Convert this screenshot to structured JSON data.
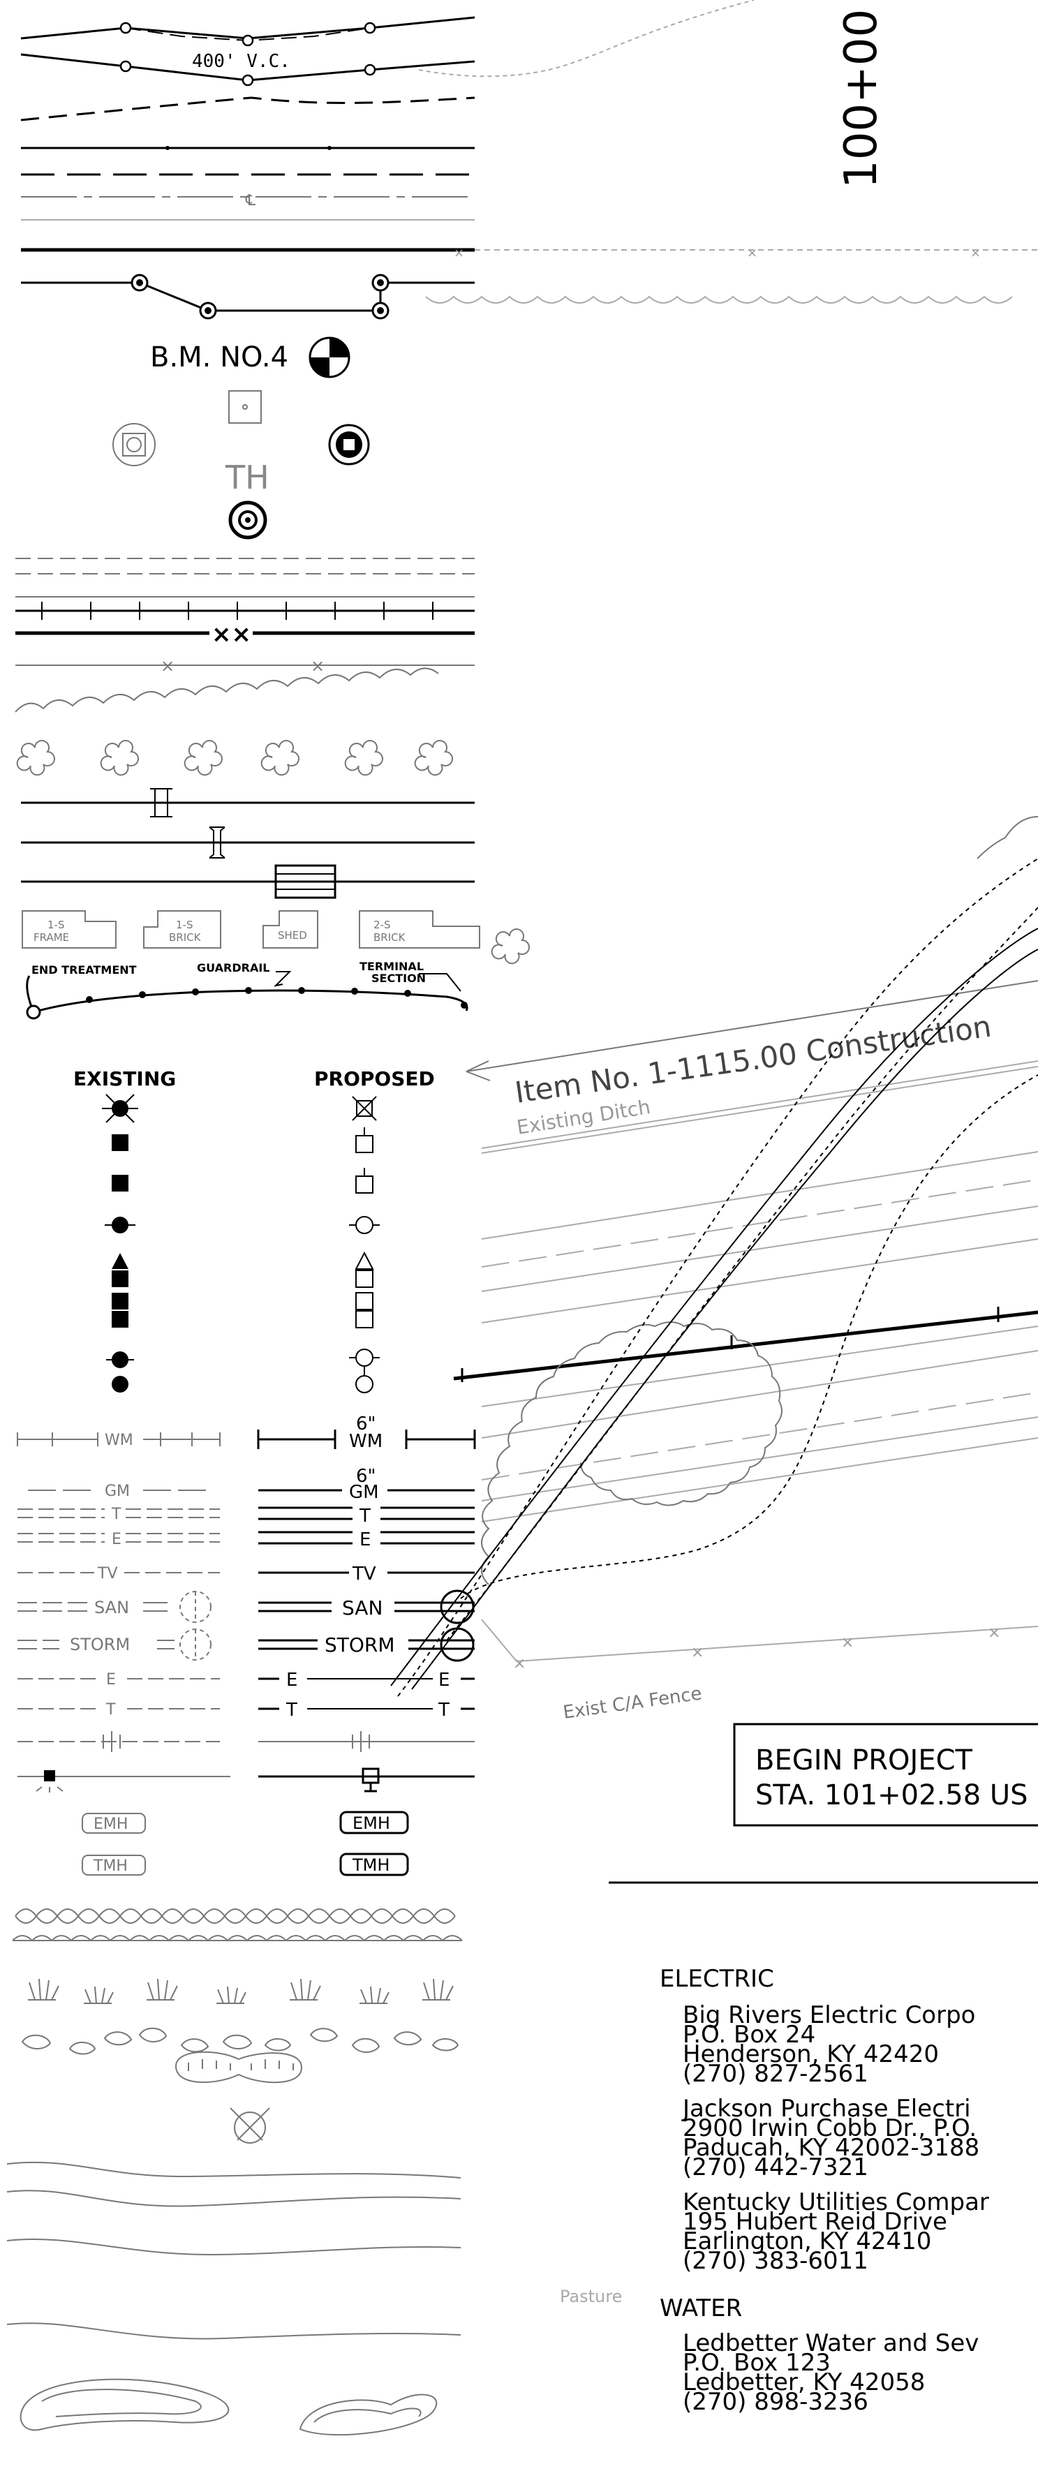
{
  "colors": {
    "ink": "#000000",
    "grey": "#777777",
    "light_grey": "#aaaaaa",
    "background": "#ffffff"
  },
  "legend": {
    "vc_label": "400' V.C.",
    "centerline_symbol": "℄",
    "benchmark_label": "B.M. NO.4",
    "test_hole_label": "TH",
    "buildings": [
      {
        "line1": "1-S",
        "line2": "FRAME"
      },
      {
        "line1": "1-S",
        "line2": "BRICK"
      },
      {
        "line1": "SHED",
        "line2": ""
      },
      {
        "line1": "2-S",
        "line2": "BRICK"
      }
    ],
    "guardrail": {
      "end_treatment": "END TREATMENT",
      "guardrail": "GUARDRAIL",
      "terminal_1": "TERMINAL",
      "terminal_2": "SECTION"
    },
    "existing_header": "EXISTING",
    "proposed_header": "PROPOSED",
    "utility_lines": {
      "wm": "WM",
      "wm_size": "6\"",
      "gm": "GM",
      "gm_size": "6\"",
      "t": "T",
      "e": "E",
      "tv": "TV",
      "san": "SAN",
      "storm": "STORM"
    },
    "emh": "EMH",
    "tmh": "TMH"
  },
  "station_label": "100+00",
  "plan": {
    "item_label": "Item No. 1-1115.00 Construction",
    "ditch_label": "Existing Ditch",
    "fence_label": "Exist C/A Fence",
    "begin_project": {
      "line1": "BEGIN PROJECT",
      "line2": "STA. 101+02.58 US"
    },
    "pasture_label": "Pasture"
  },
  "utilities": {
    "electric_header": "ELECTRIC",
    "electric": [
      {
        "l1": "Big Rivers Electric Corpo",
        "l2": "P.O. Box 24",
        "l3": "Henderson, KY 42420",
        "l4": "(270) 827-2561"
      },
      {
        "l1": "Jackson Purchase Electri",
        "l2": "2900 Irwin Cobb Dr., P.O.",
        "l3": "Paducah, KY 42002-3188",
        "l4": "(270) 442-7321"
      },
      {
        "l1": "Kentucky Utilities Compar",
        "l2": "195 Hubert Reid Drive",
        "l3": "Earlington, KY 42410",
        "l4": "(270) 383-6011"
      }
    ],
    "water_header": "WATER",
    "water": [
      {
        "l1": "Ledbetter Water and Sev",
        "l2": "P.O. Box 123",
        "l3": "Ledbetter, KY 42058",
        "l4": "(270) 898-3236"
      }
    ]
  }
}
